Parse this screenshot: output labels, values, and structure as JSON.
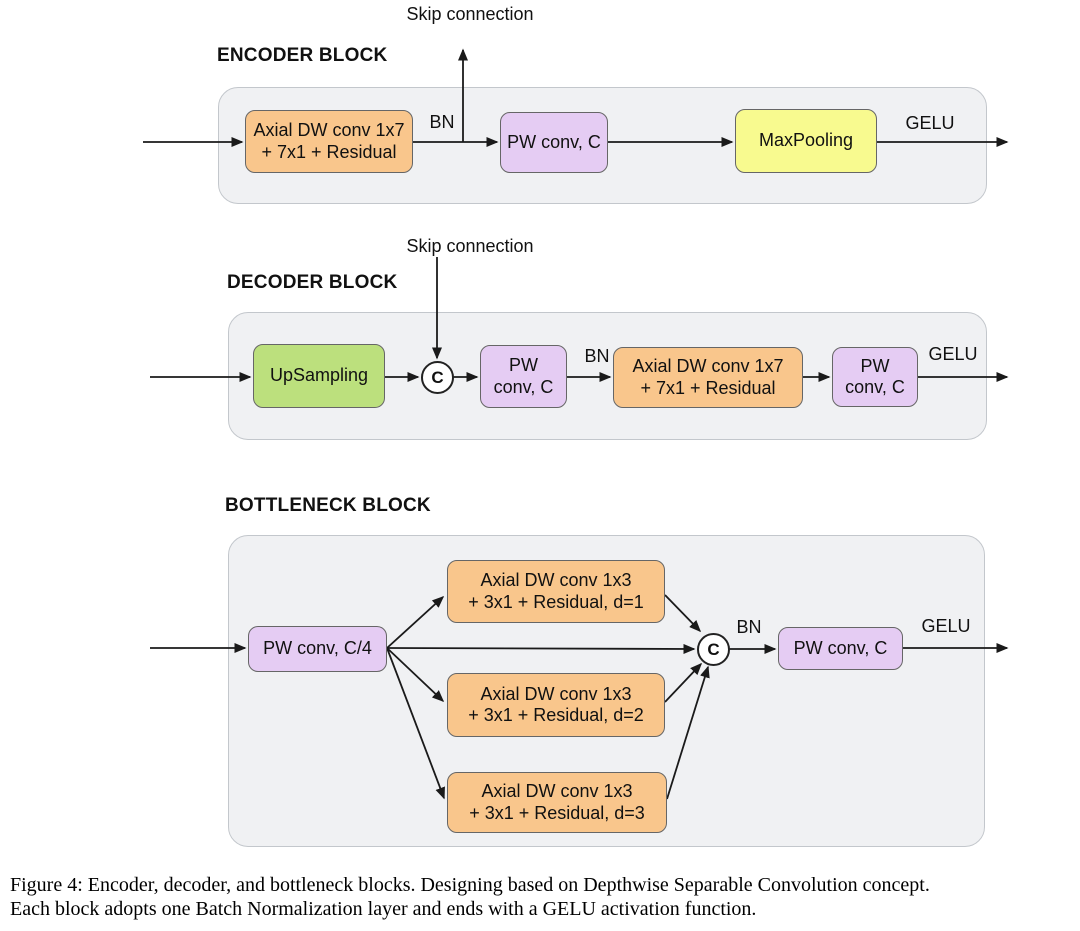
{
  "colors": {
    "orange": "#F9C68C",
    "purple": "#E5CCF3",
    "green": "#BCE07D",
    "yellow": "#F8FA8F",
    "node-border": "#666666",
    "container-fill": "#F0F1F3",
    "container-border": "#C3C7CC",
    "wire": "#1A1A1A"
  },
  "encoder": {
    "title": "ENCODER BLOCK",
    "skip_label": "Skip connection",
    "axial_box": "Axial DW conv 1x7\n+ 7x1 + Residual",
    "bn_label": "BN",
    "pw_box": "PW conv, C",
    "maxpool_box": "MaxPooling",
    "gelu_label": "GELU"
  },
  "decoder": {
    "title": "DECODER BLOCK",
    "skip_label": "Skip connection",
    "upsampling_box": "UpSampling",
    "concat_label": "C",
    "pw_in_box": "PW\nconv, C",
    "bn_label": "BN",
    "axial_box": "Axial DW conv 1x7\n+ 7x1 + Residual",
    "pw_out_box": "PW\nconv, C",
    "gelu_label": "GELU"
  },
  "bottleneck": {
    "title": "BOTTLENECK BLOCK",
    "pw_in_box": "PW conv, C/4",
    "branch1_box": "Axial DW conv 1x3\n+ 3x1 + Residual, d=1",
    "branch2_box": "Axial DW conv 1x3\n+ 3x1 + Residual, d=2",
    "branch3_box": "Axial DW conv 1x3\n+ 3x1 + Residual, d=3",
    "concat_label": "C",
    "bn_label": "BN",
    "pw_out_box": "PW conv, C",
    "gelu_label": "GELU"
  },
  "caption": {
    "line1": "Figure 4: Encoder, decoder, and bottleneck blocks. Designing based on Depthwise Separable Convolution concept.",
    "line2": "Each block adopts one Batch Normalization layer and ends with a GELU activation function."
  }
}
